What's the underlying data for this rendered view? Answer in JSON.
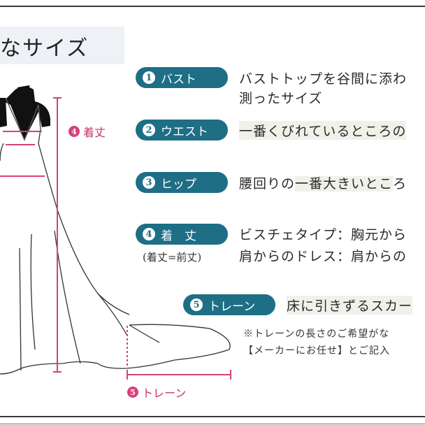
{
  "title": "なサイズ",
  "colors": {
    "pill": "#1e6e86",
    "measure": "#d8407a",
    "title_bg": "#eef1f5"
  },
  "diagram": {
    "length_label": {
      "num": "4",
      "text": "着丈"
    },
    "train_label": {
      "num": "5",
      "text": "トレーン"
    }
  },
  "items": [
    {
      "num": "1",
      "label": "バスト",
      "desc": [
        "バストトップを谷間に添わ",
        "測ったサイズ"
      ]
    },
    {
      "num": "2",
      "label": "ウエスト",
      "desc": [
        "一番くびれているところの"
      ]
    },
    {
      "num": "3",
      "label": "ヒップ",
      "desc_pre": "腰回りの",
      "desc_hl": "一番大きいとこ",
      "desc_post": "ろ"
    },
    {
      "num": "4",
      "label": "着　丈",
      "sub": "(着丈=前丈)",
      "desc": [
        "ビスチェタイプ：胸元から",
        "肩からのドレス：肩からの"
      ]
    },
    {
      "num": "5",
      "label": "トレーン",
      "desc": [
        "床に引きずるスカー"
      ],
      "notes": [
        "※トレーンの長さのご希望がな",
        "【メーカーにお任せ】とご記入"
      ]
    }
  ]
}
